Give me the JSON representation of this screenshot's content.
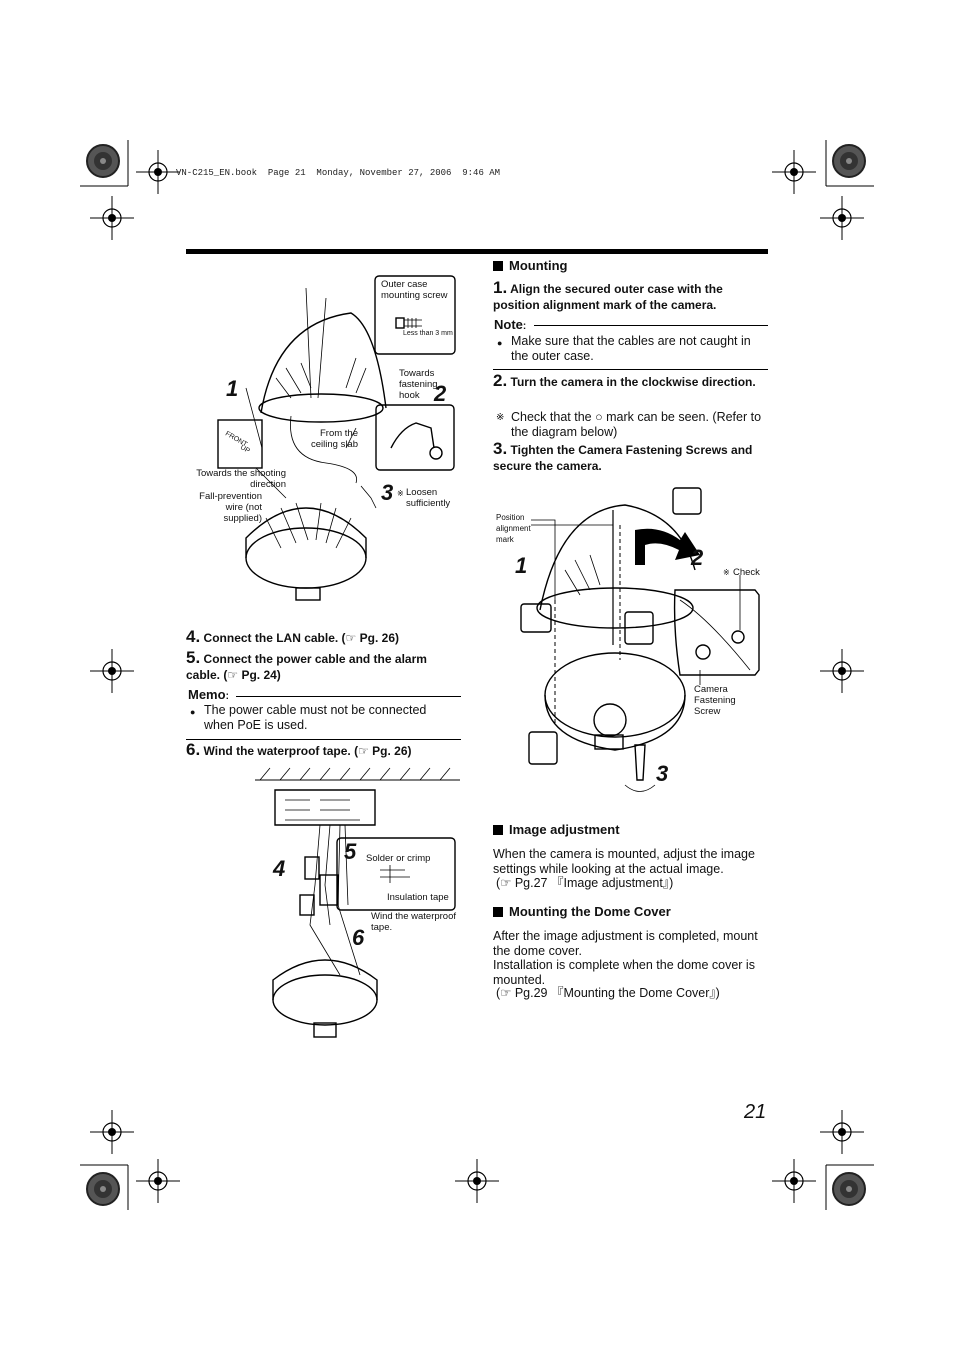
{
  "header": {
    "text": "VN-C215_EN.book  Page 21  Monday, November 27, 2006  9:46 AM"
  },
  "left": {
    "figure1": {
      "labels": {
        "outer_case": "Outer case mounting screw",
        "less_than": "Less than 3 mm",
        "towards_hook": "Towards fastening hook",
        "from_slab": "From the ceiling slab",
        "towards_shooting": "Towards the shooting direction",
        "fall_wire": "Fall-prevention wire (not supplied)",
        "loosen": "Loosen sufficiently",
        "loosen_mark": "※",
        "front": "FRONT",
        "up": "UP",
        "n1": "1",
        "n2": "2",
        "n3": "3"
      }
    },
    "step4": {
      "num": "4.",
      "text": "Connect the LAN cable. (☞ Pg. 26)"
    },
    "step5": {
      "num": "5.",
      "text": "Connect the power cable and the alarm cable. (☞ Pg. 24)"
    },
    "memo": {
      "title": "Memo",
      "colon": ":",
      "text": "The power cable must not be connected when PoE is used."
    },
    "step6": {
      "num": "6.",
      "text": "Wind the waterproof tape. (☞ Pg. 26)"
    },
    "figure2": {
      "labels": {
        "solder": "Solder or crimp",
        "insulation": "Insulation tape",
        "wind": "Wind the waterproof tape.",
        "n4": "4",
        "n5": "5",
        "n6": "6"
      }
    }
  },
  "right": {
    "mounting": {
      "title": "Mounting",
      "step1": {
        "num": "1.",
        "text": "Align the secured outer case with the position alignment mark of the camera."
      },
      "note": {
        "title": "Note",
        "colon": ":",
        "text": "Make sure that the cables are not caught in the outer case."
      },
      "step2": {
        "num": "2.",
        "text": "Turn the camera in the clockwise direction."
      },
      "check": {
        "mark": "※",
        "text": "Check that the ○ mark can be seen. (Refer to the diagram below)"
      },
      "step3": {
        "num": "3.",
        "text": "Tighten the Camera Fastening Screws and secure the camera."
      }
    },
    "figure3": {
      "labels": {
        "position_mark": "Position alignment mark",
        "check": "Check",
        "check_mark": "※",
        "fastening": "Camera Fastening Screw",
        "n1": "1",
        "n2": "2",
        "n3": "3"
      }
    },
    "image_adj": {
      "title": "Image adjustment",
      "text": "When the camera is mounted, adjust the image settings while looking at the actual image.",
      "ref": "(☞ Pg.27 『Image adjustment』)"
    },
    "dome": {
      "title": "Mounting the Dome Cover",
      "text1": "After the image adjustment is completed, mount the dome cover.",
      "text2": "Installation is complete when the dome cover is mounted.",
      "ref": "(☞ Pg.29 『Mounting the Dome Cover』)"
    }
  },
  "page_number": "21"
}
